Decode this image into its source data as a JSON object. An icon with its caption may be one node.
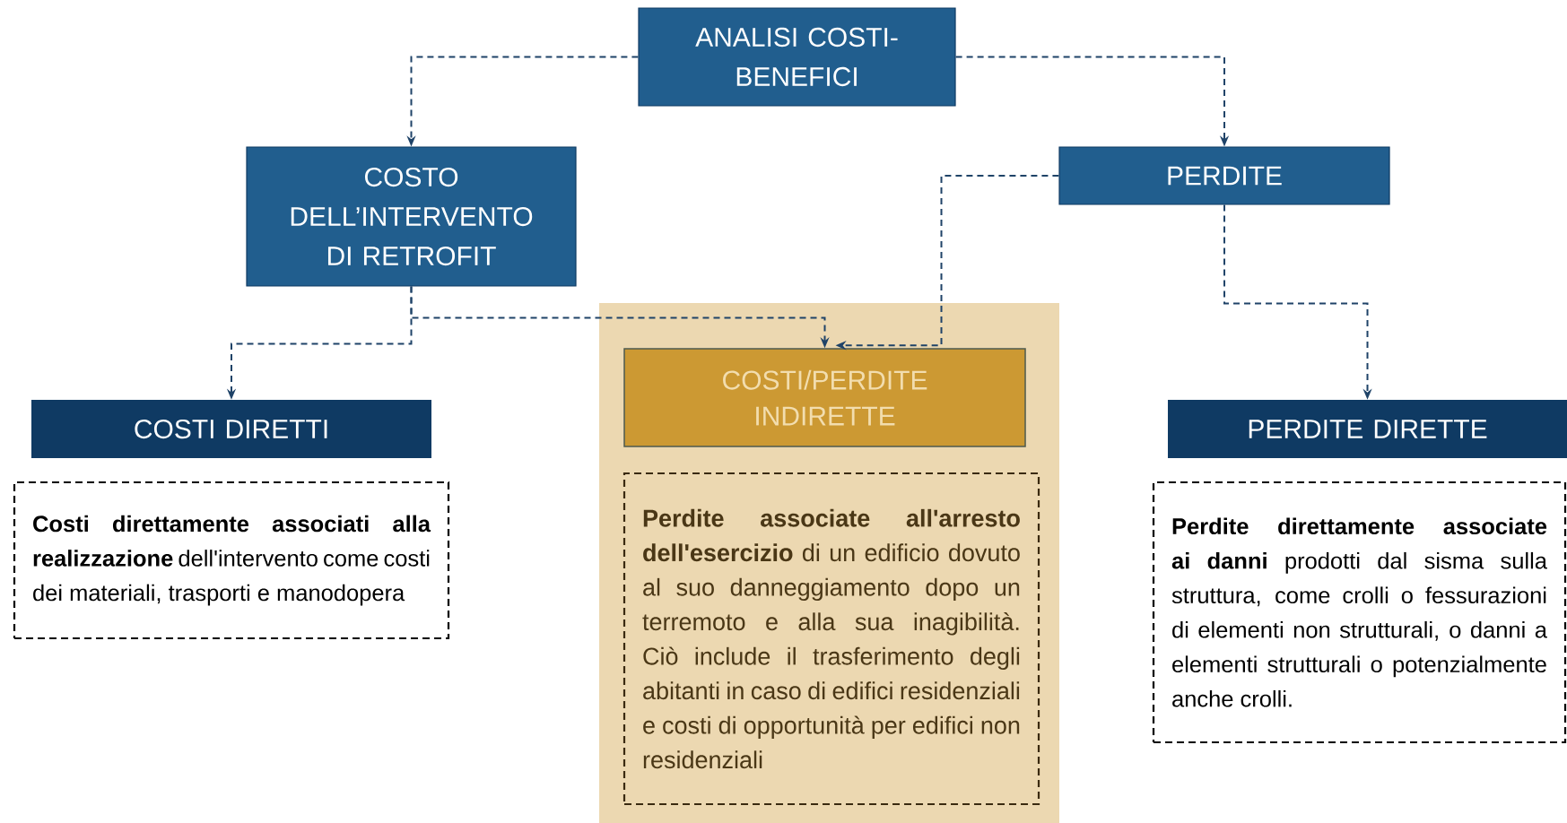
{
  "diagram": {
    "nodes": [
      {
        "text": [
          "ANALISI COSTI-BENEFICI"
        ]
      },
      {
        "text": [
          "COSTO DELL’INTERVENTO DI RETROFIT"
        ]
      },
      {
        "text": [
          "PERDITE"
        ]
      },
      {
        "text": [
          "COSTI DIRETTI"
        ]
      },
      {
        "text": [],
        "shape": "box"
      },
      {
        "text": [
          "COSTI/PERDITE INDIRETTE"
        ],
        "in": 4
      },
      {
        "text": [
          "PERDITE DIRETTE"
        ]
      },
      {
        "text": [
          "**Costi direttamente associati alla realizzazione** dell'intervento come costi dei materiali, trasporti e manodopera"
        ]
      },
      {
        "text": [
          "**Perdite associate all'arresto dell'esercizio** di un edificio dovuto al suo danneggiamento dopo un terremoto e alla sua inagibilità. Ciò include il trasferimento degli abitanti in caso di edifici residenziali e costi di opportunità per edifici non residenziali"
        ],
        "in": 4
      },
      {
        "text": [
          "**Perdite direttamente associate ai danni** prodotti dal sisma sulla struttura, come crolli o fessurazioni di elementi non strutturali, o danni a elementi strutturali o potenzialmente anche crolli."
        ]
      }
    ],
    "edges": [
      {
        "from": 0,
        "to": 1,
        "arrow": "to",
        "style": "dashed"
      },
      {
        "from": 0,
        "to": 2,
        "arrow": "to",
        "style": "dashed"
      },
      {
        "from": 1,
        "to": 3,
        "arrow": "to",
        "style": "dashed"
      },
      {
        "from": 1,
        "to": 5,
        "arrow": "to",
        "style": "dashed"
      },
      {
        "from": 2,
        "to": 5,
        "arrow": "to",
        "style": "dashed"
      },
      {
        "from": 2,
        "to": 6,
        "arrow": "to",
        "style": "dashed"
      }
    ]
  }
}
